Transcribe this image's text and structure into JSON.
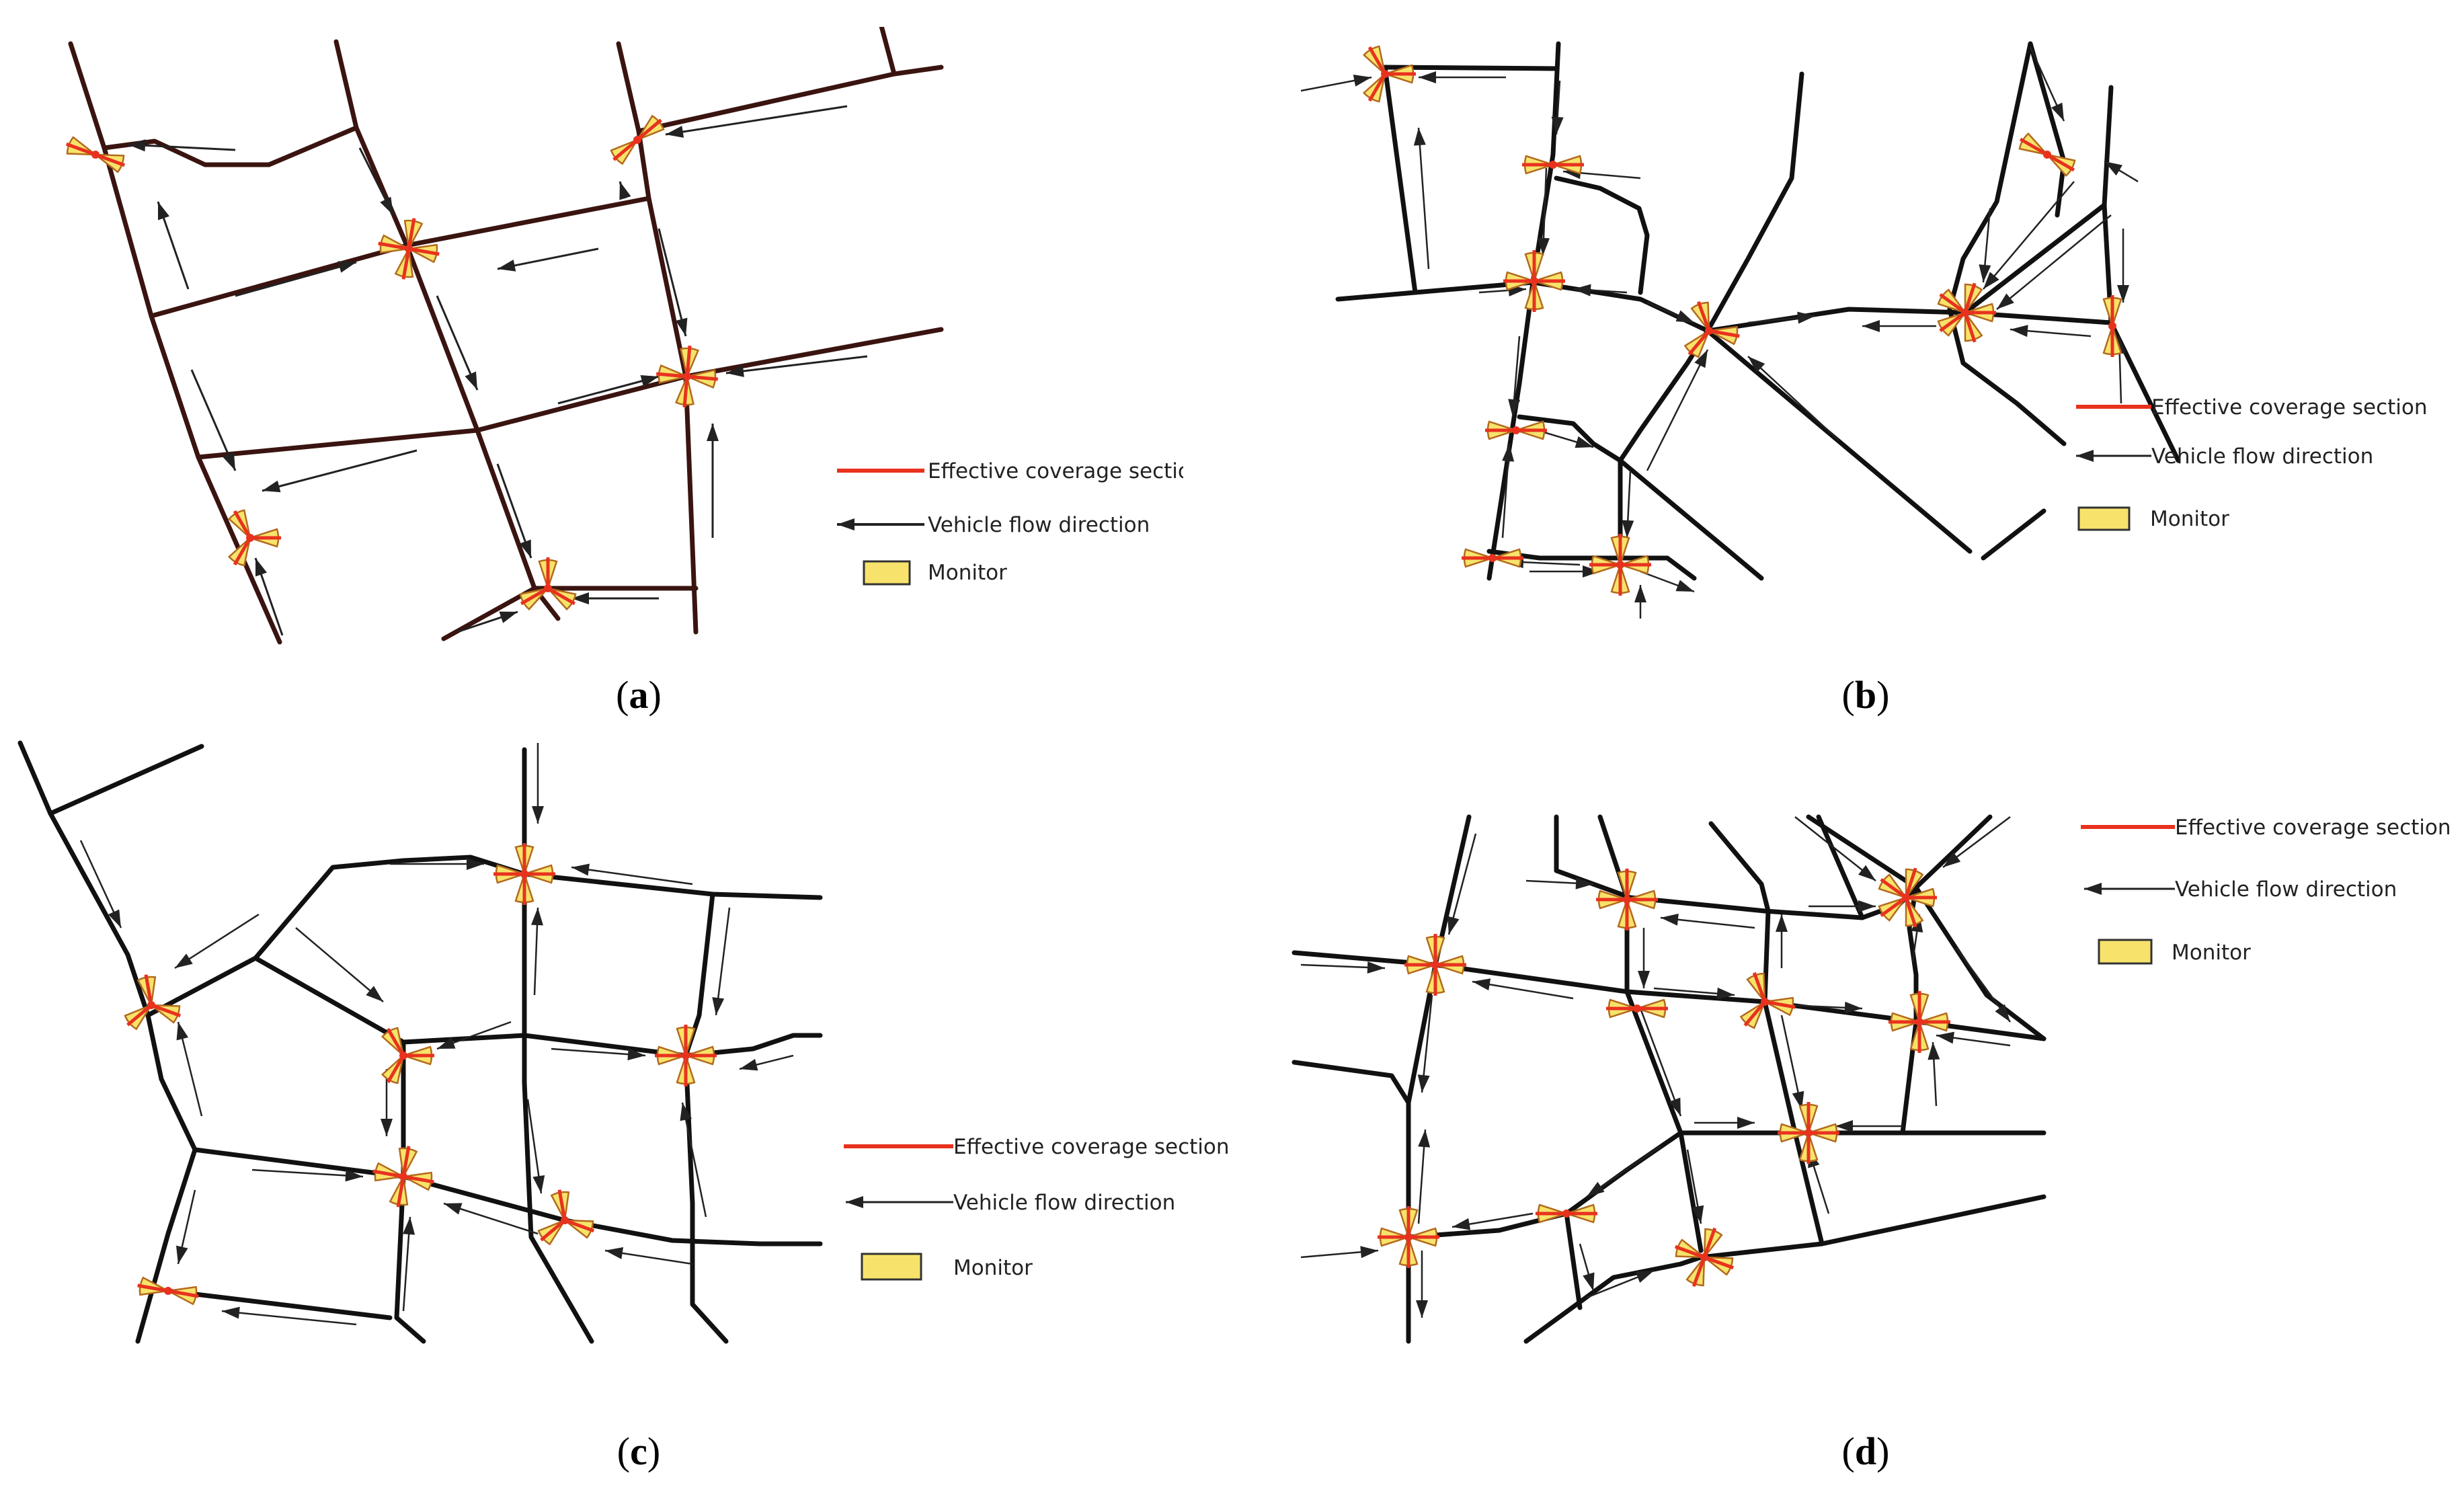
{
  "legend": {
    "coverage_label": "Effective coverage section",
    "flow_label": "Vehicle flow direction",
    "monitor_label": "Monitor"
  },
  "colors": {
    "coverage": "#e8321e",
    "monitor_fill": "#f7e36b",
    "monitor_edge": "#b36a1c",
    "road": "#111111",
    "road_brown": "#3a1410"
  },
  "captions": {
    "a": "a",
    "b": "b",
    "c": "c",
    "d": "d"
  }
}
